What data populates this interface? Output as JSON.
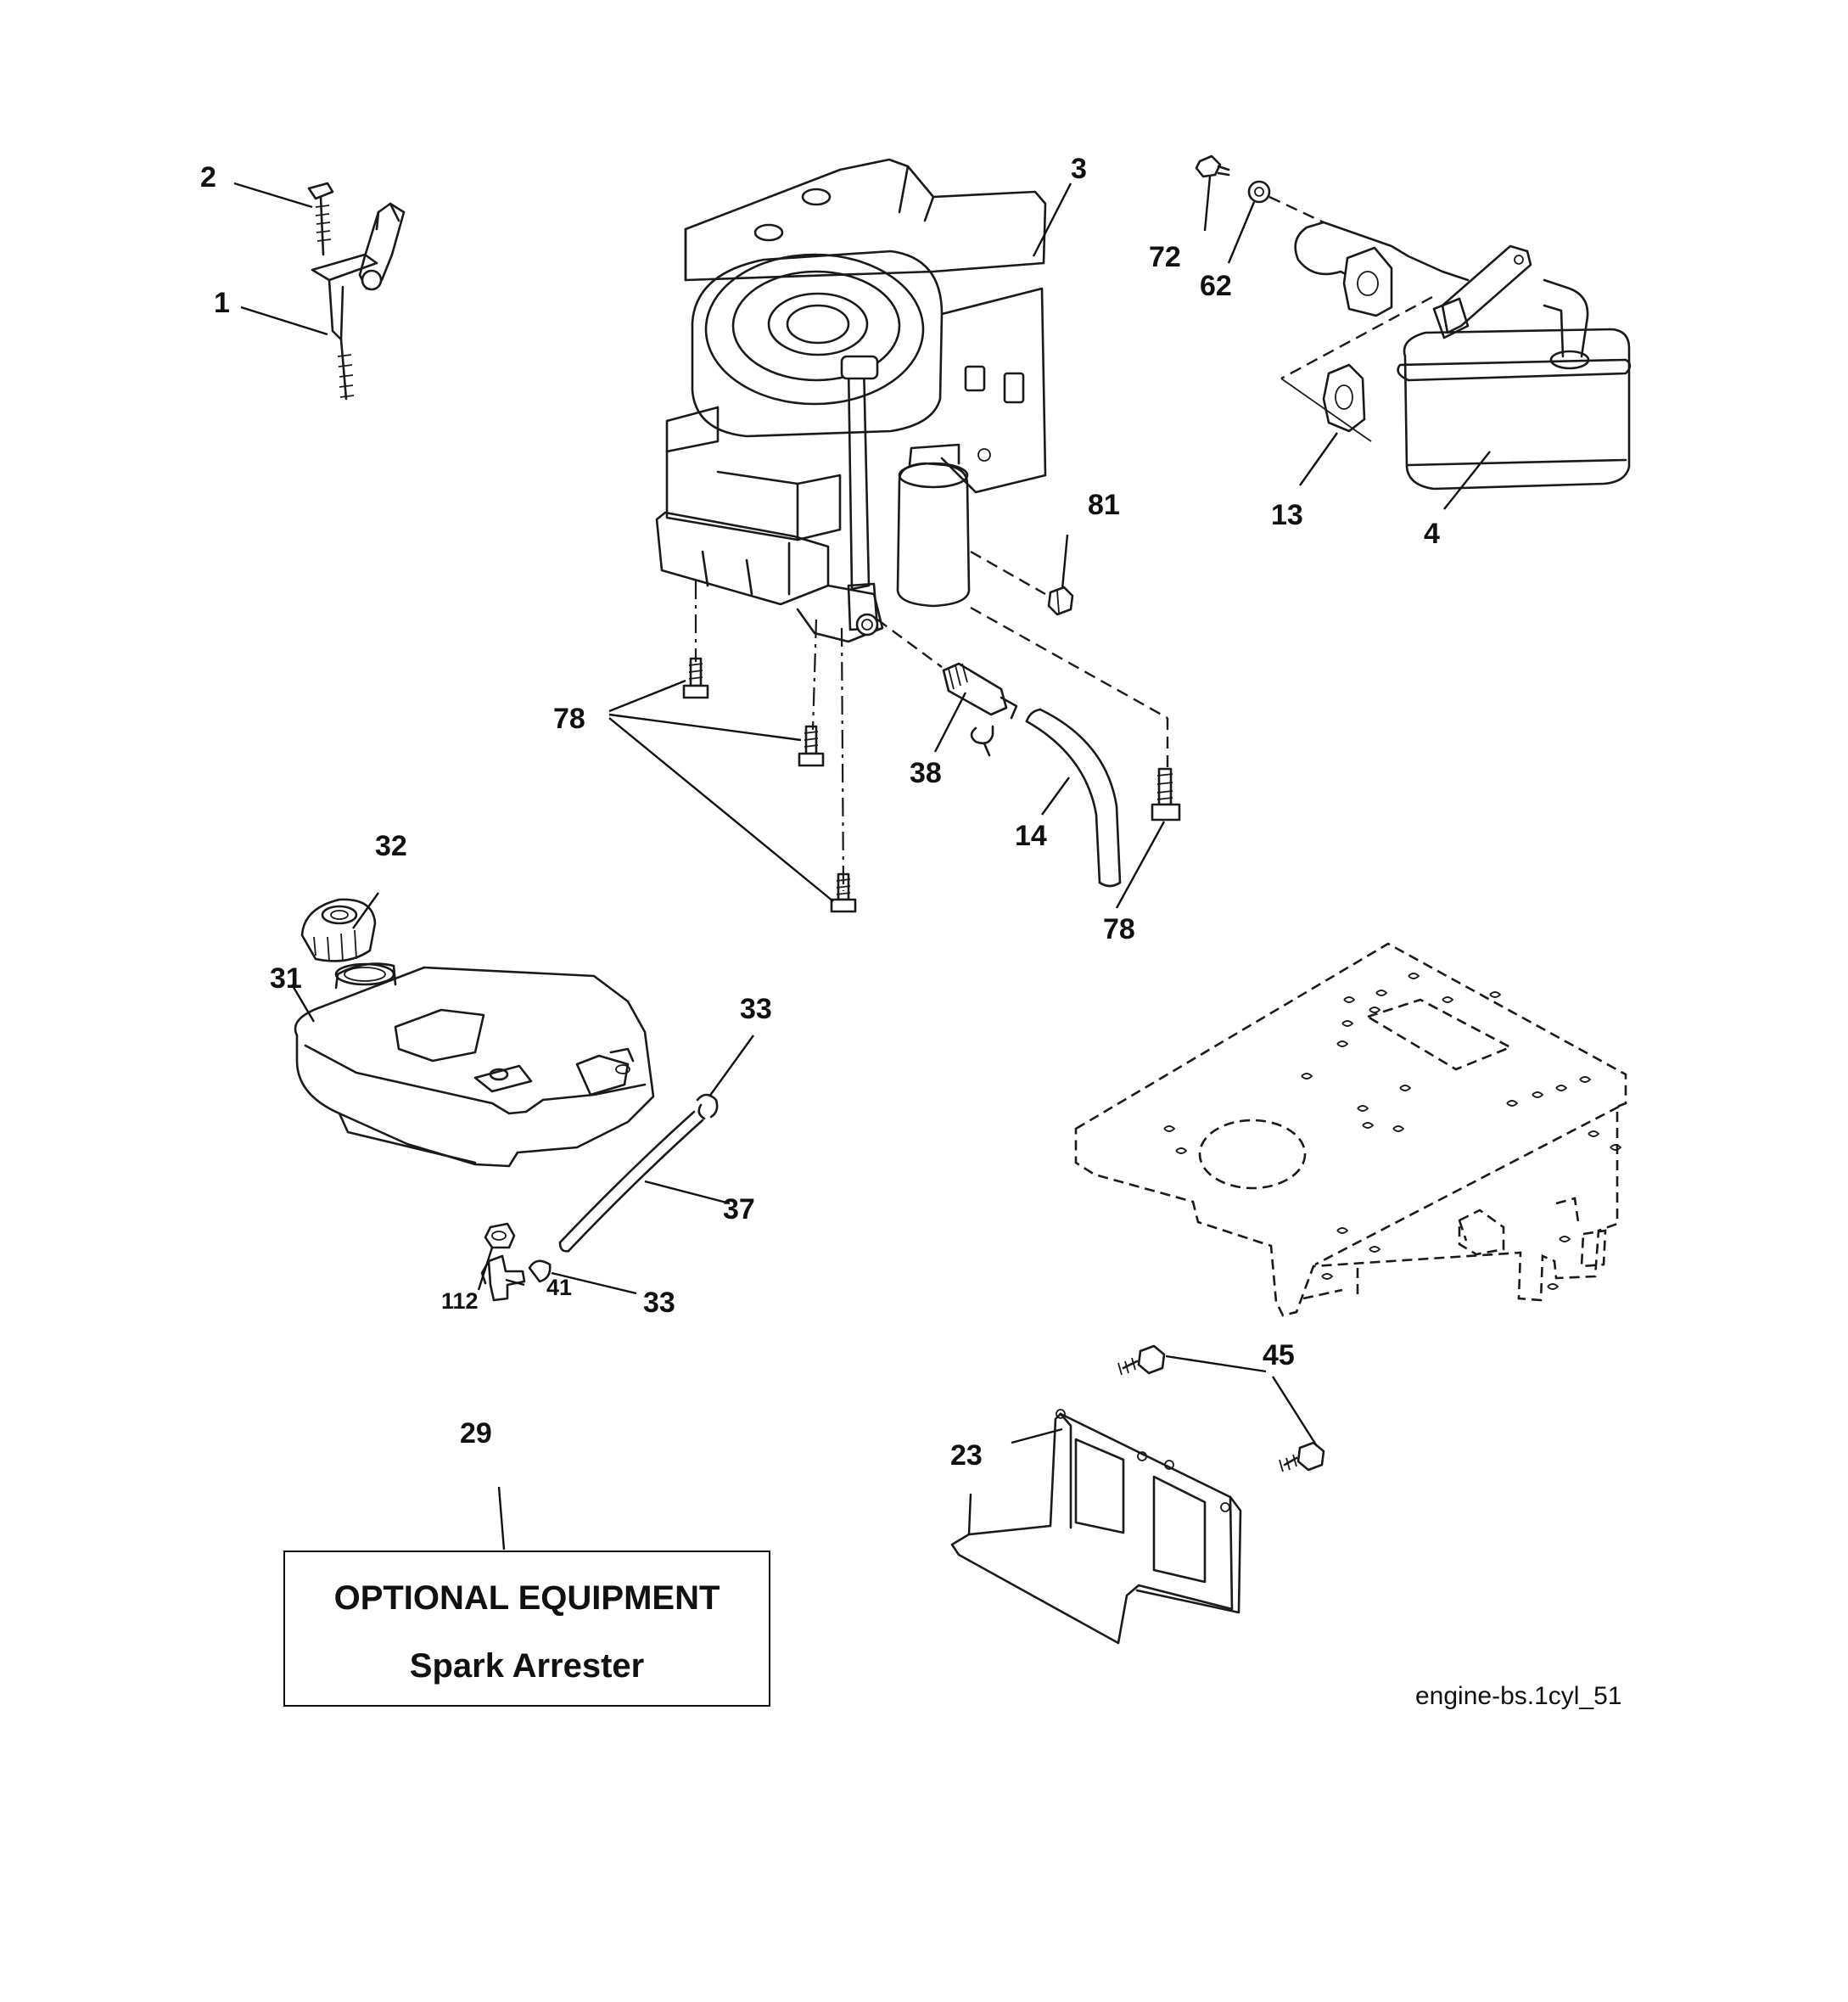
{
  "diagram": {
    "parts": [
      {
        "id": "p1",
        "label": "1"
      },
      {
        "id": "p2",
        "label": "2"
      },
      {
        "id": "p3",
        "label": "3"
      },
      {
        "id": "p4",
        "label": "4"
      },
      {
        "id": "p13",
        "label": "13"
      },
      {
        "id": "p14",
        "label": "14"
      },
      {
        "id": "p23",
        "label": "23"
      },
      {
        "id": "p29",
        "label": "29"
      },
      {
        "id": "p31",
        "label": "31"
      },
      {
        "id": "p32",
        "label": "32"
      },
      {
        "id": "p33a",
        "label": "33"
      },
      {
        "id": "p33b",
        "label": "33"
      },
      {
        "id": "p37",
        "label": "37"
      },
      {
        "id": "p38",
        "label": "38"
      },
      {
        "id": "p41",
        "label": "41"
      },
      {
        "id": "p45",
        "label": "45"
      },
      {
        "id": "p62",
        "label": "62"
      },
      {
        "id": "p72",
        "label": "72"
      },
      {
        "id": "p78a",
        "label": "78"
      },
      {
        "id": "p78b",
        "label": "78"
      },
      {
        "id": "p81",
        "label": "81"
      },
      {
        "id": "p112",
        "label": "112"
      }
    ],
    "optional_equipment": {
      "title": "OPTIONAL EQUIPMENT",
      "item": "Spark Arrester"
    },
    "drawing_code": "engine-bs.1cyl_51"
  }
}
